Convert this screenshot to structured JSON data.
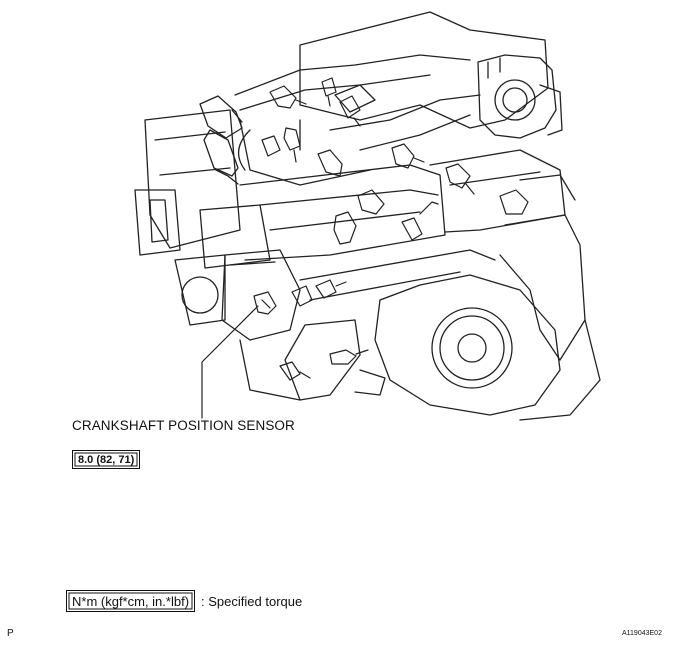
{
  "callout": {
    "label": "CRANKSHAFT POSITION SENSOR"
  },
  "torque": {
    "value": "8.0 (82, 71)"
  },
  "legend": {
    "units": "N*m (kgf*cm, in.*lbf)",
    "description": ": Specified torque"
  },
  "footer": {
    "left": "P",
    "code": "A119043E02"
  }
}
